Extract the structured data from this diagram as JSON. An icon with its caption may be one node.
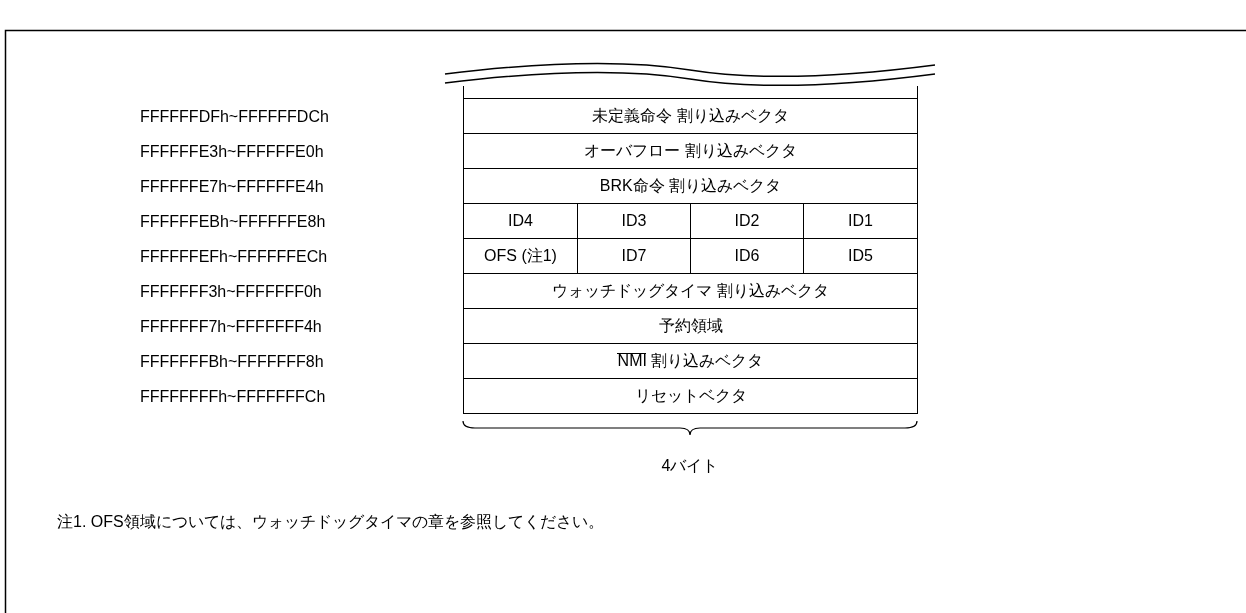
{
  "diagram": {
    "nodes": [
      {
        "text": [],
        "shape": "box"
      },
      {
        "text": [
          "未定義命令 割り込みベクタ"
        ]
      },
      {
        "text": [
          "オーバフロー 割り込みベクタ"
        ]
      },
      {
        "text": [
          "BRK命令 割り込みベクタ"
        ]
      },
      {
        "text": [
          "ID4"
        ]
      },
      {
        "text": [
          "ID3"
        ]
      },
      {
        "text": [
          "ID2"
        ]
      },
      {
        "text": [
          "ID1"
        ]
      },
      {
        "text": [
          "OFS (注1)"
        ]
      },
      {
        "text": [
          "ID7"
        ]
      },
      {
        "text": [
          "ID6"
        ]
      },
      {
        "text": [
          "ID5"
        ]
      },
      {
        "text": [
          "ウォッチドッグタイマ 割り込みベクタ"
        ]
      },
      {
        "text": [
          "予約領域"
        ]
      },
      {
        "text": [
          "NMI 割り込みベクタ"
        ]
      },
      {
        "text": [
          "リセットベクタ"
        ]
      }
    ],
    "labels": [
      "FFFFFFDFh~FFFFFFDCh",
      "FFFFFFE3h~FFFFFFE0h",
      "FFFFFFE7h~FFFFFFE4h",
      "FFFFFFEBh~FFFFFFE8h",
      "FFFFFFEFh~FFFFFFECh",
      "FFFFFFF3h~FFFFFFF0h",
      "FFFFFFF7h~FFFFFFF4h",
      "FFFFFFFBh~FFFFFFF8h",
      "FFFFFFFFh~FFFFFFFCh",
      "4バイト",
      "注1. OFS領域については、ウォッチドッグタイマの章を参照してください。"
    ]
  }
}
